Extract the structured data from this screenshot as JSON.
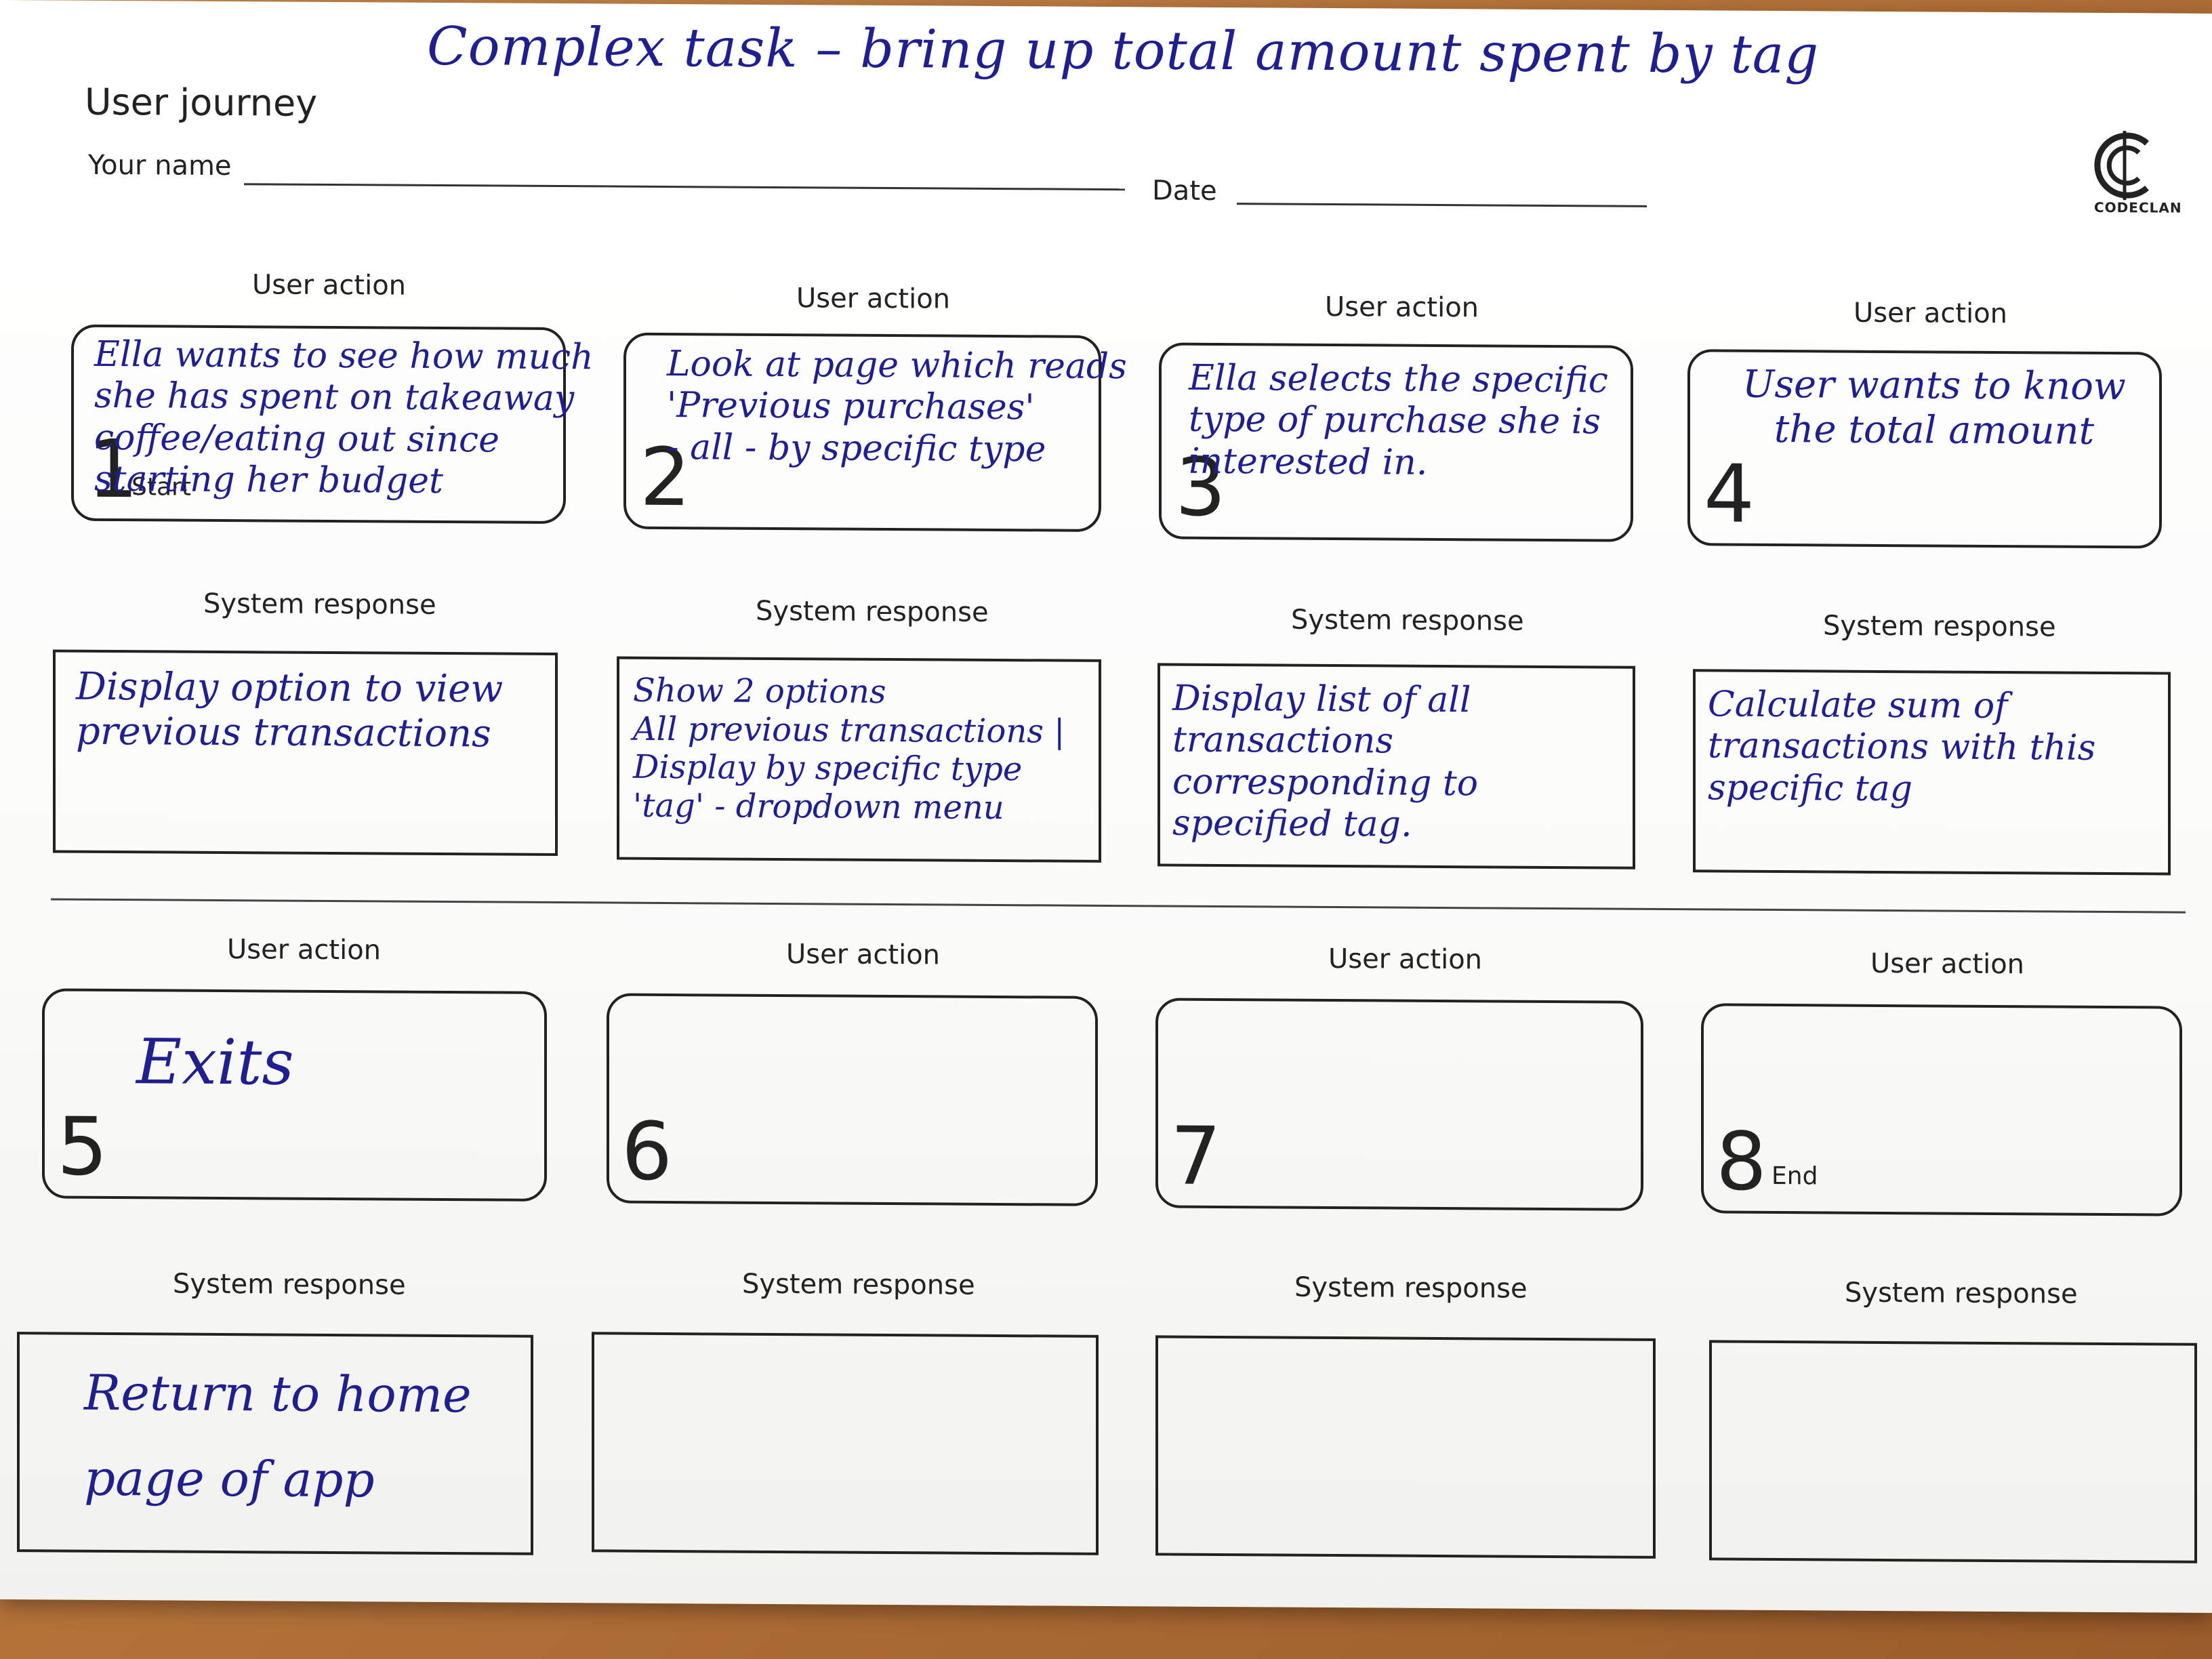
{
  "header": {
    "title": "User journey",
    "name_label": "Your name",
    "date_label": "Date",
    "handwritten_heading": "Complex task – bring up total amount spent by tag",
    "logo_text": "CODECLAN"
  },
  "labels": {
    "user_action": "User action",
    "system_response": "System response",
    "start": "Start",
    "end": "End"
  },
  "steps": [
    {
      "number": "1",
      "action": "Ella wants to see how much she has spent on takeaway coffee/eating out since starting her budget",
      "response": "Display option to view previous transactions"
    },
    {
      "number": "2",
      "action": "Look at page which reads 'Previous purchases'\n- all   - by specific type",
      "response": "Show 2 options\nAll previous transactions | Display by specific type 'tag' - dropdown menu"
    },
    {
      "number": "3",
      "action": "Ella selects the specific type of purchase she is interested in.",
      "response": "Display list of all transactions corresponding to specified tag."
    },
    {
      "number": "4",
      "action": "User wants to know the total amount",
      "response": "Calculate sum of transactions with this specific tag"
    },
    {
      "number": "5",
      "action": "Exits",
      "response": "Return to home page of app"
    },
    {
      "number": "6",
      "action": "",
      "response": ""
    },
    {
      "number": "7",
      "action": "",
      "response": ""
    },
    {
      "number": "8",
      "action": "",
      "response": ""
    }
  ],
  "colors": {
    "ink": "#1f1f8f",
    "print": "#222222",
    "paper": "#ffffff",
    "table": "#b5733a"
  }
}
